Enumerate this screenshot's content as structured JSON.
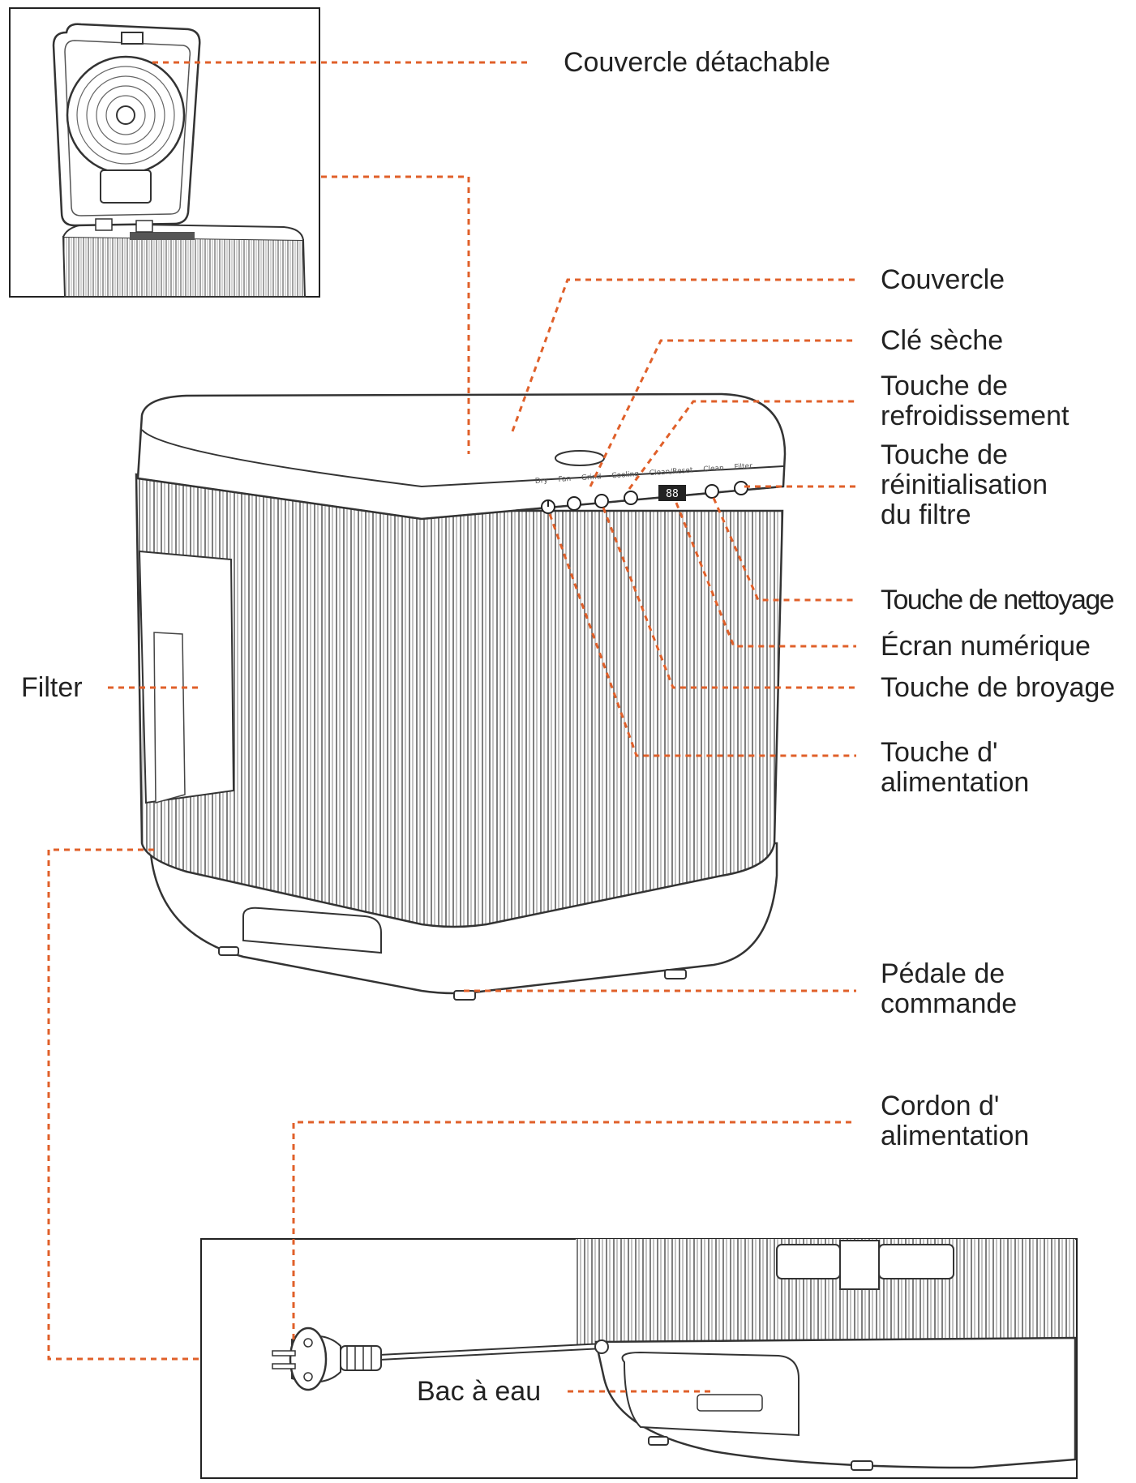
{
  "diagram": {
    "leader_color": "#E0602A",
    "line_color": "#222222",
    "labels": {
      "detachable_lid": "Couvercle détachable",
      "lid": "Couvercle",
      "dry_key": "Clé sèche",
      "cooling_key": "Touche de\nrefroidissement",
      "filter_reset_key": "Touche de\nréinitialisation\ndu filtre",
      "cleaning_key": "Touche de nettoyage",
      "digital_display": "Écran numérique",
      "grinding_key": "Touche de broyage",
      "power_key": "Touche d'\nalimentation",
      "filter": "Filter",
      "foot_pedal": "Pédale de\ncommande",
      "power_cord": "Cordon d'\nalimentation",
      "water_tray": "Bac à eau"
    },
    "panel_legend": [
      "Dry",
      "Fan",
      "Grind",
      "Cooling",
      "Clean/Reset",
      "Clean",
      "Filter"
    ],
    "display_value": "88"
  }
}
